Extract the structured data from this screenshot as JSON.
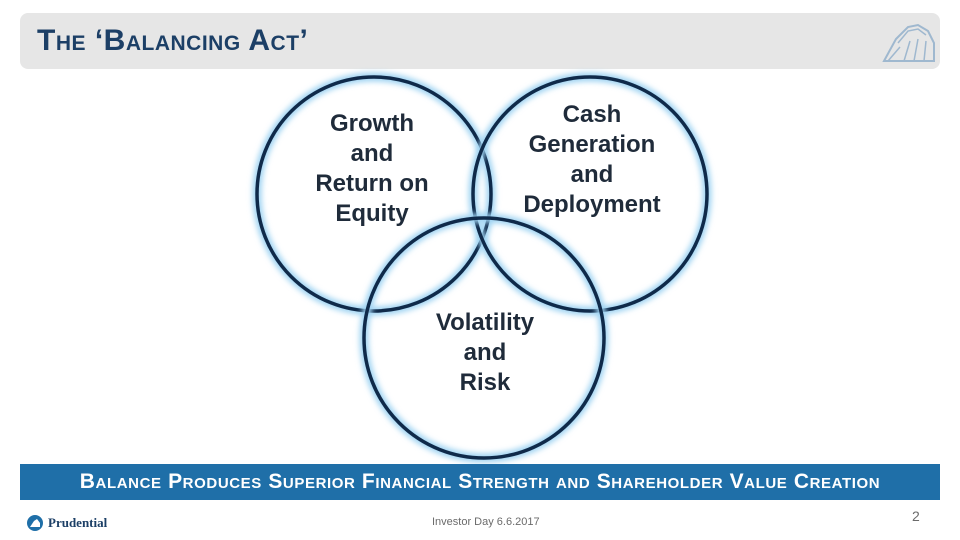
{
  "title": "The ‘Balancing Act’",
  "circles": [
    {
      "label": "Growth\nand\nReturn on\nEquity"
    },
    {
      "label": "Cash\nGeneration\nand\nDeployment"
    },
    {
      "label": "Volatility\nand\nRisk"
    }
  ],
  "banner": "Balance Produces Superior Financial Strength and Shareholder Value Creation",
  "footer": {
    "logo_text": "Prudential",
    "center_text": "Investor Day 6.6.2017",
    "page_number": "2"
  },
  "colors": {
    "title": "#1c3f66",
    "banner": "#1f6fa8",
    "ring": "#0f2a4a",
    "glow": "#9fd3f2"
  }
}
